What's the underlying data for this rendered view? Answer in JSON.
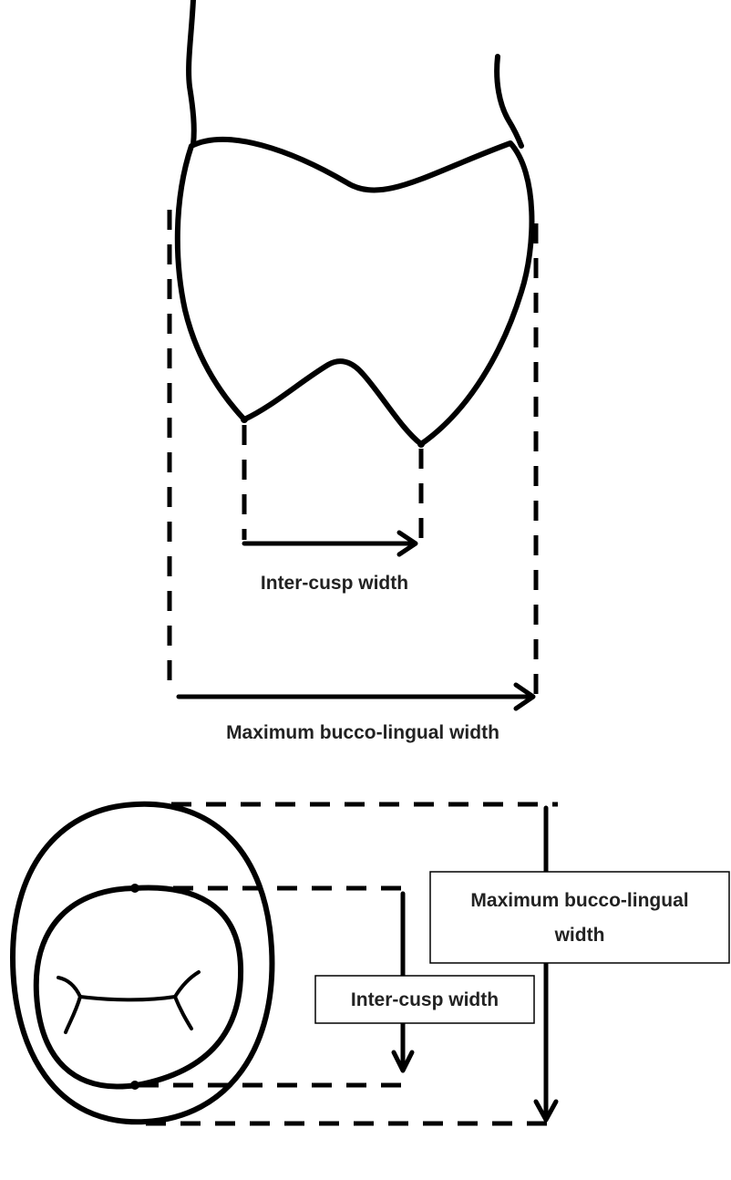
{
  "top_view": {
    "intercusp_label": "Inter-cusp width",
    "max_width_label": "Maximum bucco-lingual width"
  },
  "occlusal_view": {
    "max_width_label_line1": "Maximum bucco-lingual",
    "max_width_label_line2": "width",
    "intercusp_label": "Inter-cusp width"
  }
}
